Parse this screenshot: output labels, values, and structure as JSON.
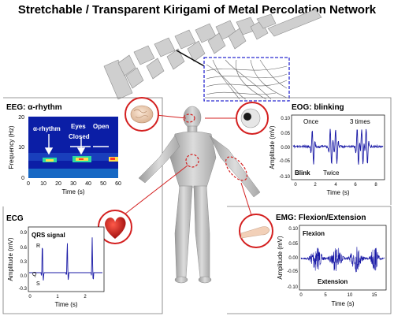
{
  "title": "Stretchable / Transparent Kirigami of Metal Percolation Network",
  "colors": {
    "signal": "#1a1aa6",
    "highlight": "#d42020",
    "frame": "#777777",
    "zoom": "#2a2ad0"
  },
  "panels": {
    "eeg": {
      "title": "EEG: α-rhythm",
      "ylabel": "Frequency (Hz)",
      "xlabel": "Time (s)",
      "xticks": [
        "0",
        "10",
        "20",
        "30",
        "40",
        "50",
        "60"
      ],
      "yticks": [
        "0",
        "10",
        "20"
      ],
      "annot_alpha": "α-rhythm",
      "annot_eyes": "Eyes",
      "annot_closed": "Closed",
      "annot_open": "Open"
    },
    "eog": {
      "title": "EOG: blinking",
      "ylabel": "Amplitude (mV)",
      "xlabel": "Time (s)",
      "xticks": [
        "0",
        "2",
        "4",
        "6",
        "8"
      ],
      "yticks": [
        "-0.10",
        "-0.05",
        "0.00",
        "0.05",
        "0.10"
      ],
      "annot_once": "Once",
      "annot_three": "3 times",
      "annot_blink": "Blink",
      "annot_twice": "Twice"
    },
    "ecg": {
      "title": "ECG",
      "ylabel": "Amplitude (mV)",
      "xlabel": "Time (s)",
      "xticks": [
        "0",
        "1",
        "2"
      ],
      "yticks": [
        "-0.3",
        "0.0",
        "0.3",
        "0.6",
        "0.9"
      ],
      "annot_qrs": "QRS signal",
      "annot_r": "R",
      "annot_q": "Q",
      "annot_s": "S"
    },
    "emg": {
      "title": "EMG: Flexion/Extension",
      "ylabel": "Amplitude (mV)",
      "xlabel": "Time (s)",
      "xticks": [
        "0",
        "5",
        "10",
        "15"
      ],
      "yticks": [
        "-0.10",
        "-0.05",
        "0.00",
        "0.05",
        "0.10"
      ],
      "annot_flexion": "Flexion",
      "annot_extension": "Extension"
    }
  }
}
